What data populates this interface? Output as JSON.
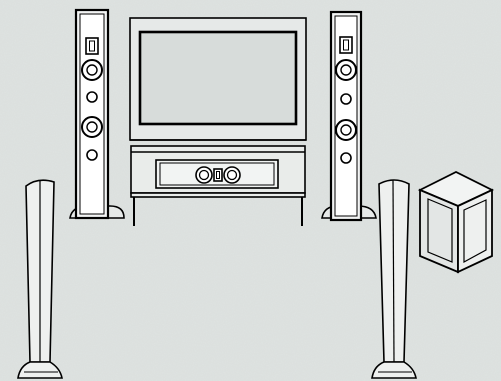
{
  "scene": {
    "description_free": true,
    "colors": {
      "background": "#dfe3e1",
      "line": "#000000",
      "screen_fill": "#d7dcda",
      "speaker_face": "#ffffff"
    },
    "objects": [
      {
        "kind": "tv",
        "icon": "flat-screen-tv"
      },
      {
        "kind": "tv-stand",
        "icon": "tv-stand"
      },
      {
        "kind": "center-speaker",
        "icon": "center-channel-speaker"
      },
      {
        "kind": "front-left-speaker",
        "icon": "tower-speaker"
      },
      {
        "kind": "front-right-speaker",
        "icon": "tower-speaker"
      },
      {
        "kind": "rear-left-speaker",
        "icon": "slim-tower-speaker"
      },
      {
        "kind": "rear-right-speaker",
        "icon": "slim-tower-speaker"
      },
      {
        "kind": "subwoofer",
        "icon": "subwoofer-cube"
      }
    ]
  }
}
